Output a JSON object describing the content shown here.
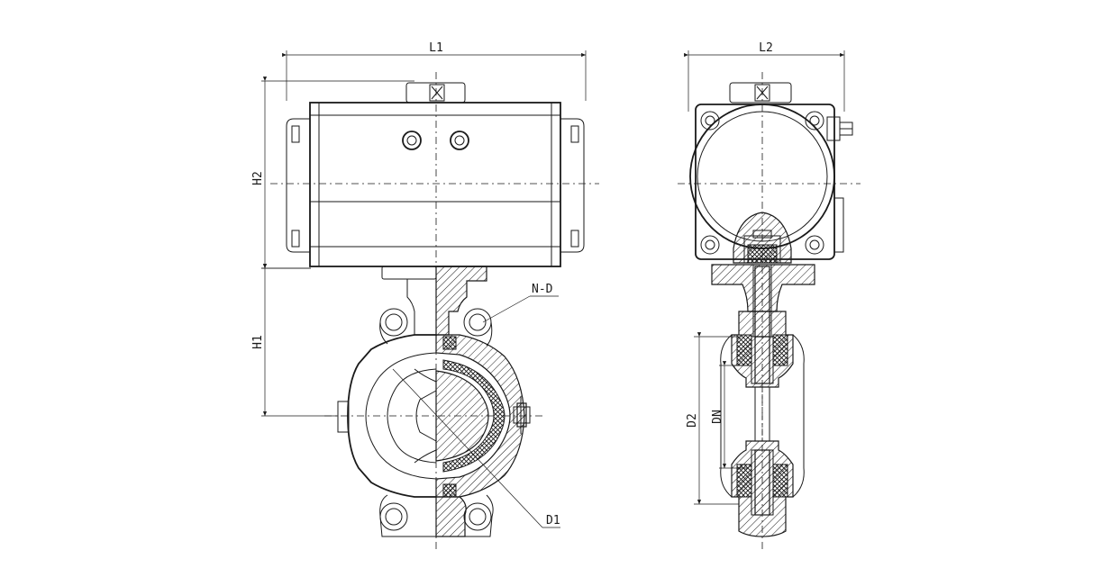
{
  "drawing": {
    "front_view": {
      "labels": {
        "L1": "L1",
        "H2": "H2",
        "H1": "H1",
        "ND": "N-D",
        "D1": "D1"
      }
    },
    "side_view": {
      "labels": {
        "L2": "L2",
        "D2": "D2",
        "DN": "DN"
      }
    }
  }
}
